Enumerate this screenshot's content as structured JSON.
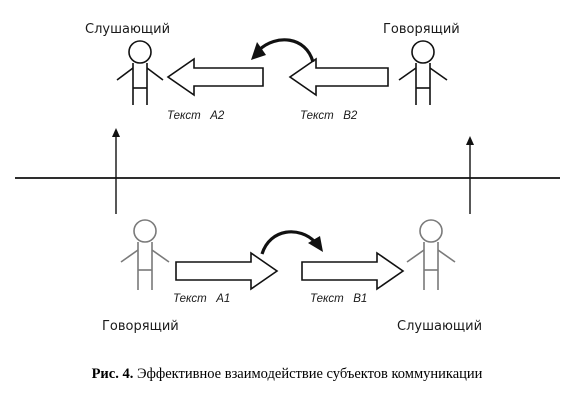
{
  "top": {
    "left_person": "Слушающий",
    "right_person": "Говорящий",
    "left_text": "Текст   А2",
    "right_text": "Текст   В2"
  },
  "bottom": {
    "left_person": "Говорящий",
    "right_person": "Слушающий",
    "left_text": "Текст   А1",
    "right_text": "Текст   В1"
  },
  "caption": {
    "label": "Рис. 4.",
    "text": "Эффективное взаимодействие субъектов коммуникации"
  },
  "colors": {
    "top_stroke": "#111111",
    "bottom_stroke": "#777777",
    "arrow_stroke": "#111111"
  }
}
